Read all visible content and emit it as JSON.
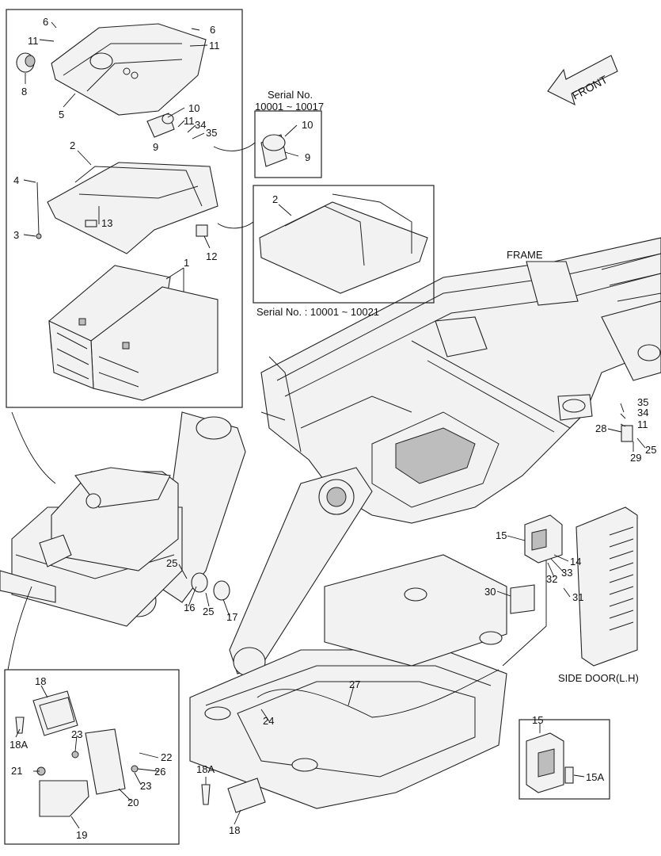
{
  "labels": {
    "front": "FRONT",
    "frame": "FRAME",
    "side_door": "SIDE DOOR(L.H)",
    "serial_top_line1": "Serial No.",
    "serial_top_line2": "10001 ~ 10017",
    "serial_bottom": "Serial No. : 10001 ~ 10021"
  },
  "callouts": {
    "c1": "1",
    "c2": "2",
    "c3": "3",
    "c4": "4",
    "c5": "5",
    "c6a": "6",
    "c6b": "6",
    "c8": "8",
    "c9": "9",
    "c10": "10",
    "c11a": "11",
    "c11b": "11",
    "c11c": "11",
    "c12": "12",
    "c13": "13",
    "c34a": "34",
    "c35a": "35",
    "inset_c10": "10",
    "inset_c9": "9",
    "inset_c2": "2",
    "c35b": "35",
    "c34b": "34",
    "c11d": "11",
    "c28": "28",
    "c29": "29",
    "c25a": "25",
    "c15": "15",
    "c14": "14",
    "c32": "32",
    "c33": "33",
    "c30": "30",
    "c31": "31",
    "c25b": "25",
    "c25c": "25",
    "c16": "16",
    "c17": "17",
    "c27": "27",
    "c24": "24",
    "c18a": "18",
    "c18A_a": "18A",
    "c23a": "23",
    "c22": "22",
    "c26": "26",
    "c21": "21",
    "c23b": "23",
    "c20": "20",
    "c19": "19",
    "c18A_b": "18A",
    "c18b": "18",
    "c15b": "15",
    "c15A": "15A"
  }
}
